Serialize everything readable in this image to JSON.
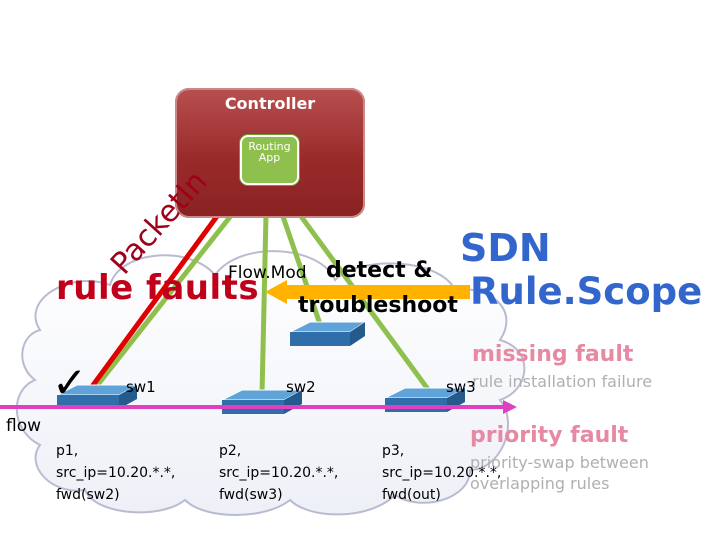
{
  "controller": {
    "label": "Controller",
    "app_label_line1": "Routing",
    "app_label_line2": "App"
  },
  "annotations": {
    "rule_faults": "rule faults",
    "packet_in": "PacketIn",
    "flow_mod": "Flow.Mod",
    "detect": "detect &",
    "troubleshoot": "troubleshoot"
  },
  "brand": {
    "line1": "SDN",
    "line2": "Rule.Scope"
  },
  "faults": {
    "missing": {
      "title": "missing fault",
      "description": "rule installation failure"
    },
    "priority": {
      "title": "priority fault",
      "description": "priority-swap between overlapping rules"
    }
  },
  "switches": [
    {
      "name": "sw1",
      "rule": [
        "p1,",
        "src_ip=10.20.*.*,",
        "fwd(sw2)"
      ]
    },
    {
      "name": "sw2",
      "rule": [
        "p2,",
        "src_ip=10.20.*.*,",
        "fwd(sw3)"
      ]
    },
    {
      "name": "sw3",
      "rule": [
        "p3,",
        "src_ip=10.20.*.*,",
        "fwd(out)"
      ]
    }
  ],
  "flow_label": "flow",
  "checkmark": "✓",
  "colors": {
    "controller": "#9a2a2a",
    "routing_app": "#8fc04e",
    "green_links": "#8fc04e",
    "red_arrow": "#e00000",
    "orange_arrow": "#ffb300",
    "flow_arrow": "#e040c0",
    "brand_blue": "#3366cc",
    "fault_pink": "#e68aa4"
  }
}
